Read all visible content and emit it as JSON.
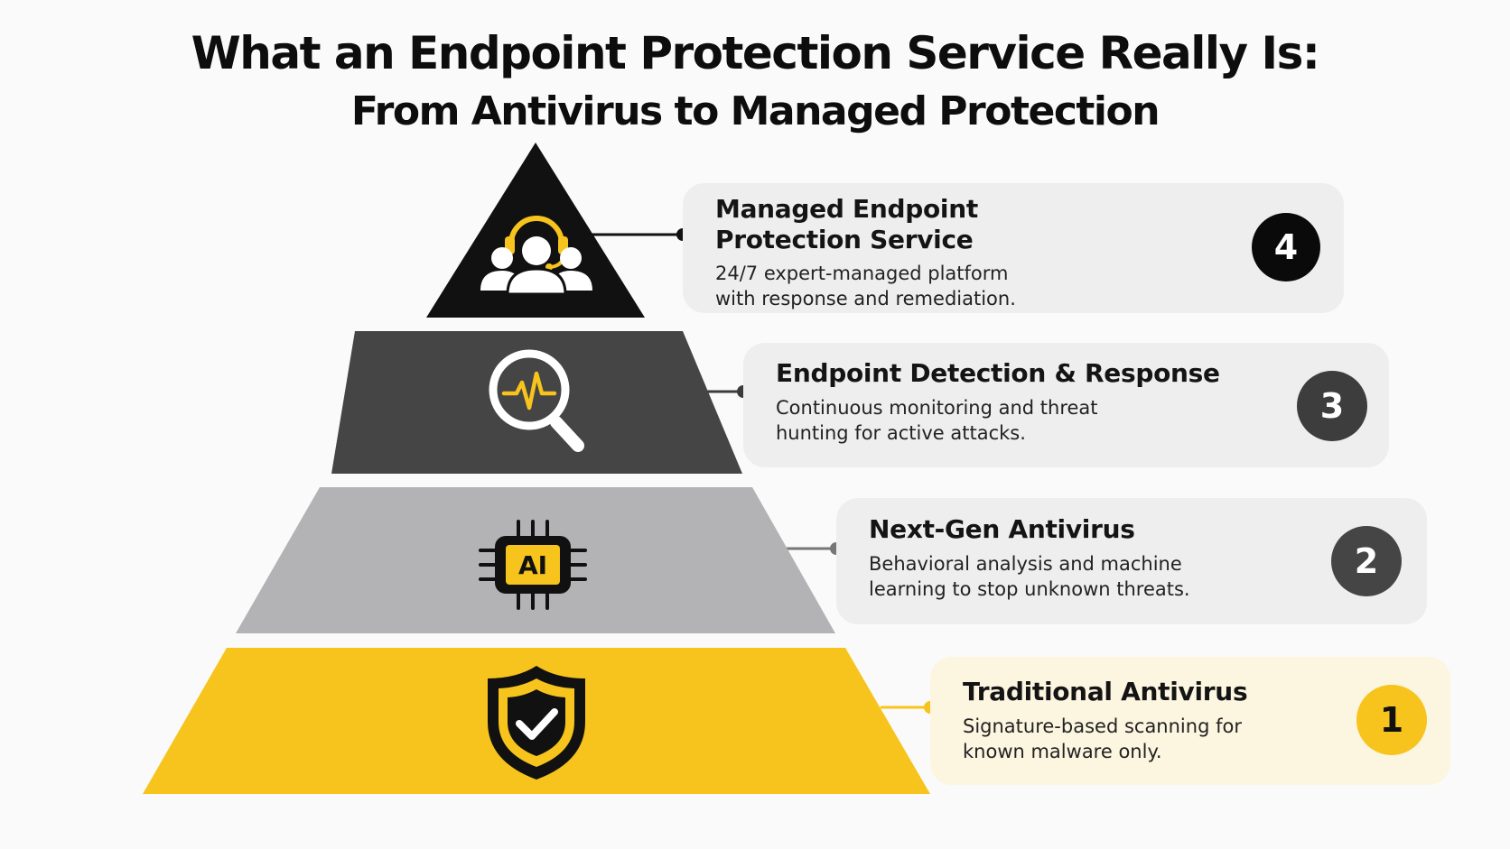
{
  "title": {
    "line1": "What an Endpoint Protection Service Really Is:",
    "line2": "From Antivirus to Managed Protection"
  },
  "tiers": [
    {
      "number": "4",
      "heading_line1": "Managed Endpoint",
      "heading_line2": "Protection Service",
      "desc_line1": "24/7 expert-managed platform",
      "desc_line2": "with response and remediation.",
      "icon": "headset-team-icon",
      "tier_color": "#111111",
      "badge_color": "#0a0a0a"
    },
    {
      "number": "3",
      "heading_line1": "Endpoint Detection & Response",
      "desc_line1": "Continuous monitoring and threat",
      "desc_line2": "hunting for active attacks.",
      "icon": "magnifier-pulse-icon",
      "tier_color": "#454545",
      "badge_color": "#3d3d3d"
    },
    {
      "number": "2",
      "heading_line1": "Next-Gen Antivirus",
      "desc_line1": "Behavioral analysis and machine",
      "desc_line2": "learning to stop unknown threats.",
      "icon": "ai-chip-icon",
      "chip_text": "AI",
      "tier_color": "#b3b3b5",
      "badge_color": "#454545"
    },
    {
      "number": "1",
      "heading_line1": "Traditional Antivirus",
      "desc_line1": "Signature-based scanning for",
      "desc_line2": "known malware only.",
      "icon": "shield-check-icon",
      "tier_color": "#f6c41c",
      "badge_color": "#f6c41c"
    }
  ],
  "accent_color": "#f6c41c"
}
